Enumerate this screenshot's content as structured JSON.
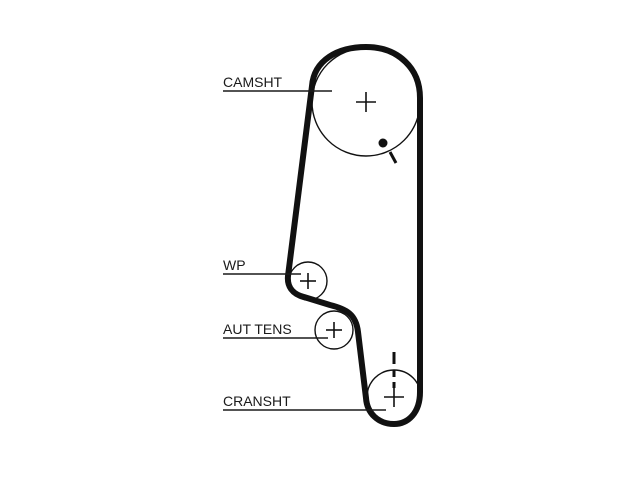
{
  "labels": {
    "camshaft": "CAMSHT",
    "water_pump": "WP",
    "auto_tensioner": "AUT TENS",
    "crankshaft": "CRANSHT"
  },
  "colors": {
    "line": "#111111",
    "background": "#ffffff"
  },
  "icons": {
    "pulley_center": "plus-cross",
    "timing_mark": "dot-and-tick"
  }
}
